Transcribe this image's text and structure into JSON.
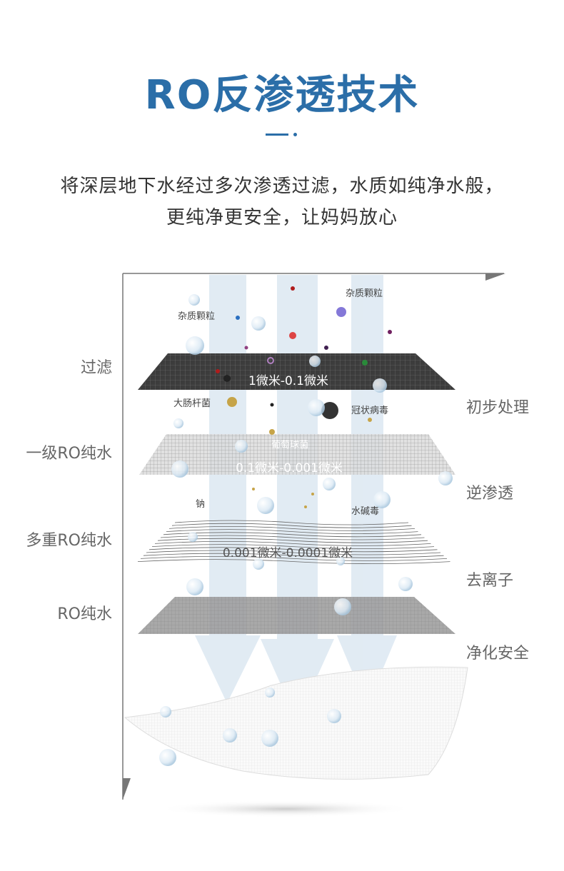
{
  "header": {
    "title": "RO反渗透技术",
    "subtitle_line1": "将深层地下水经过多次渗透过滤，水质如纯净水般，",
    "subtitle_line2": "更纯净更安全，让妈妈放心"
  },
  "left_labels": [
    "过滤",
    "一级RO纯水",
    "多重RO纯水",
    "RO纯水"
  ],
  "right_labels": [
    "初步处理",
    "逆渗透",
    "去离子",
    "净化安全"
  ],
  "layers": [
    {
      "range": "1微米-0.1微米"
    },
    {
      "range": "0.1微米-0.001微米",
      "pathogen": "葡萄球菌"
    },
    {
      "range": "0.001微米-0.0001微米"
    }
  ],
  "particles": {
    "impurity_a": "杂质颗粒",
    "impurity_b": "杂质颗粒",
    "ecoli": "大肠杆菌",
    "coronavirus": "冠状病毒",
    "sodium": "钠",
    "scale": "水碱毒"
  },
  "colors": {
    "accent": "#2b6ea8",
    "arrow": "#dce8f2",
    "label": "#666666"
  }
}
